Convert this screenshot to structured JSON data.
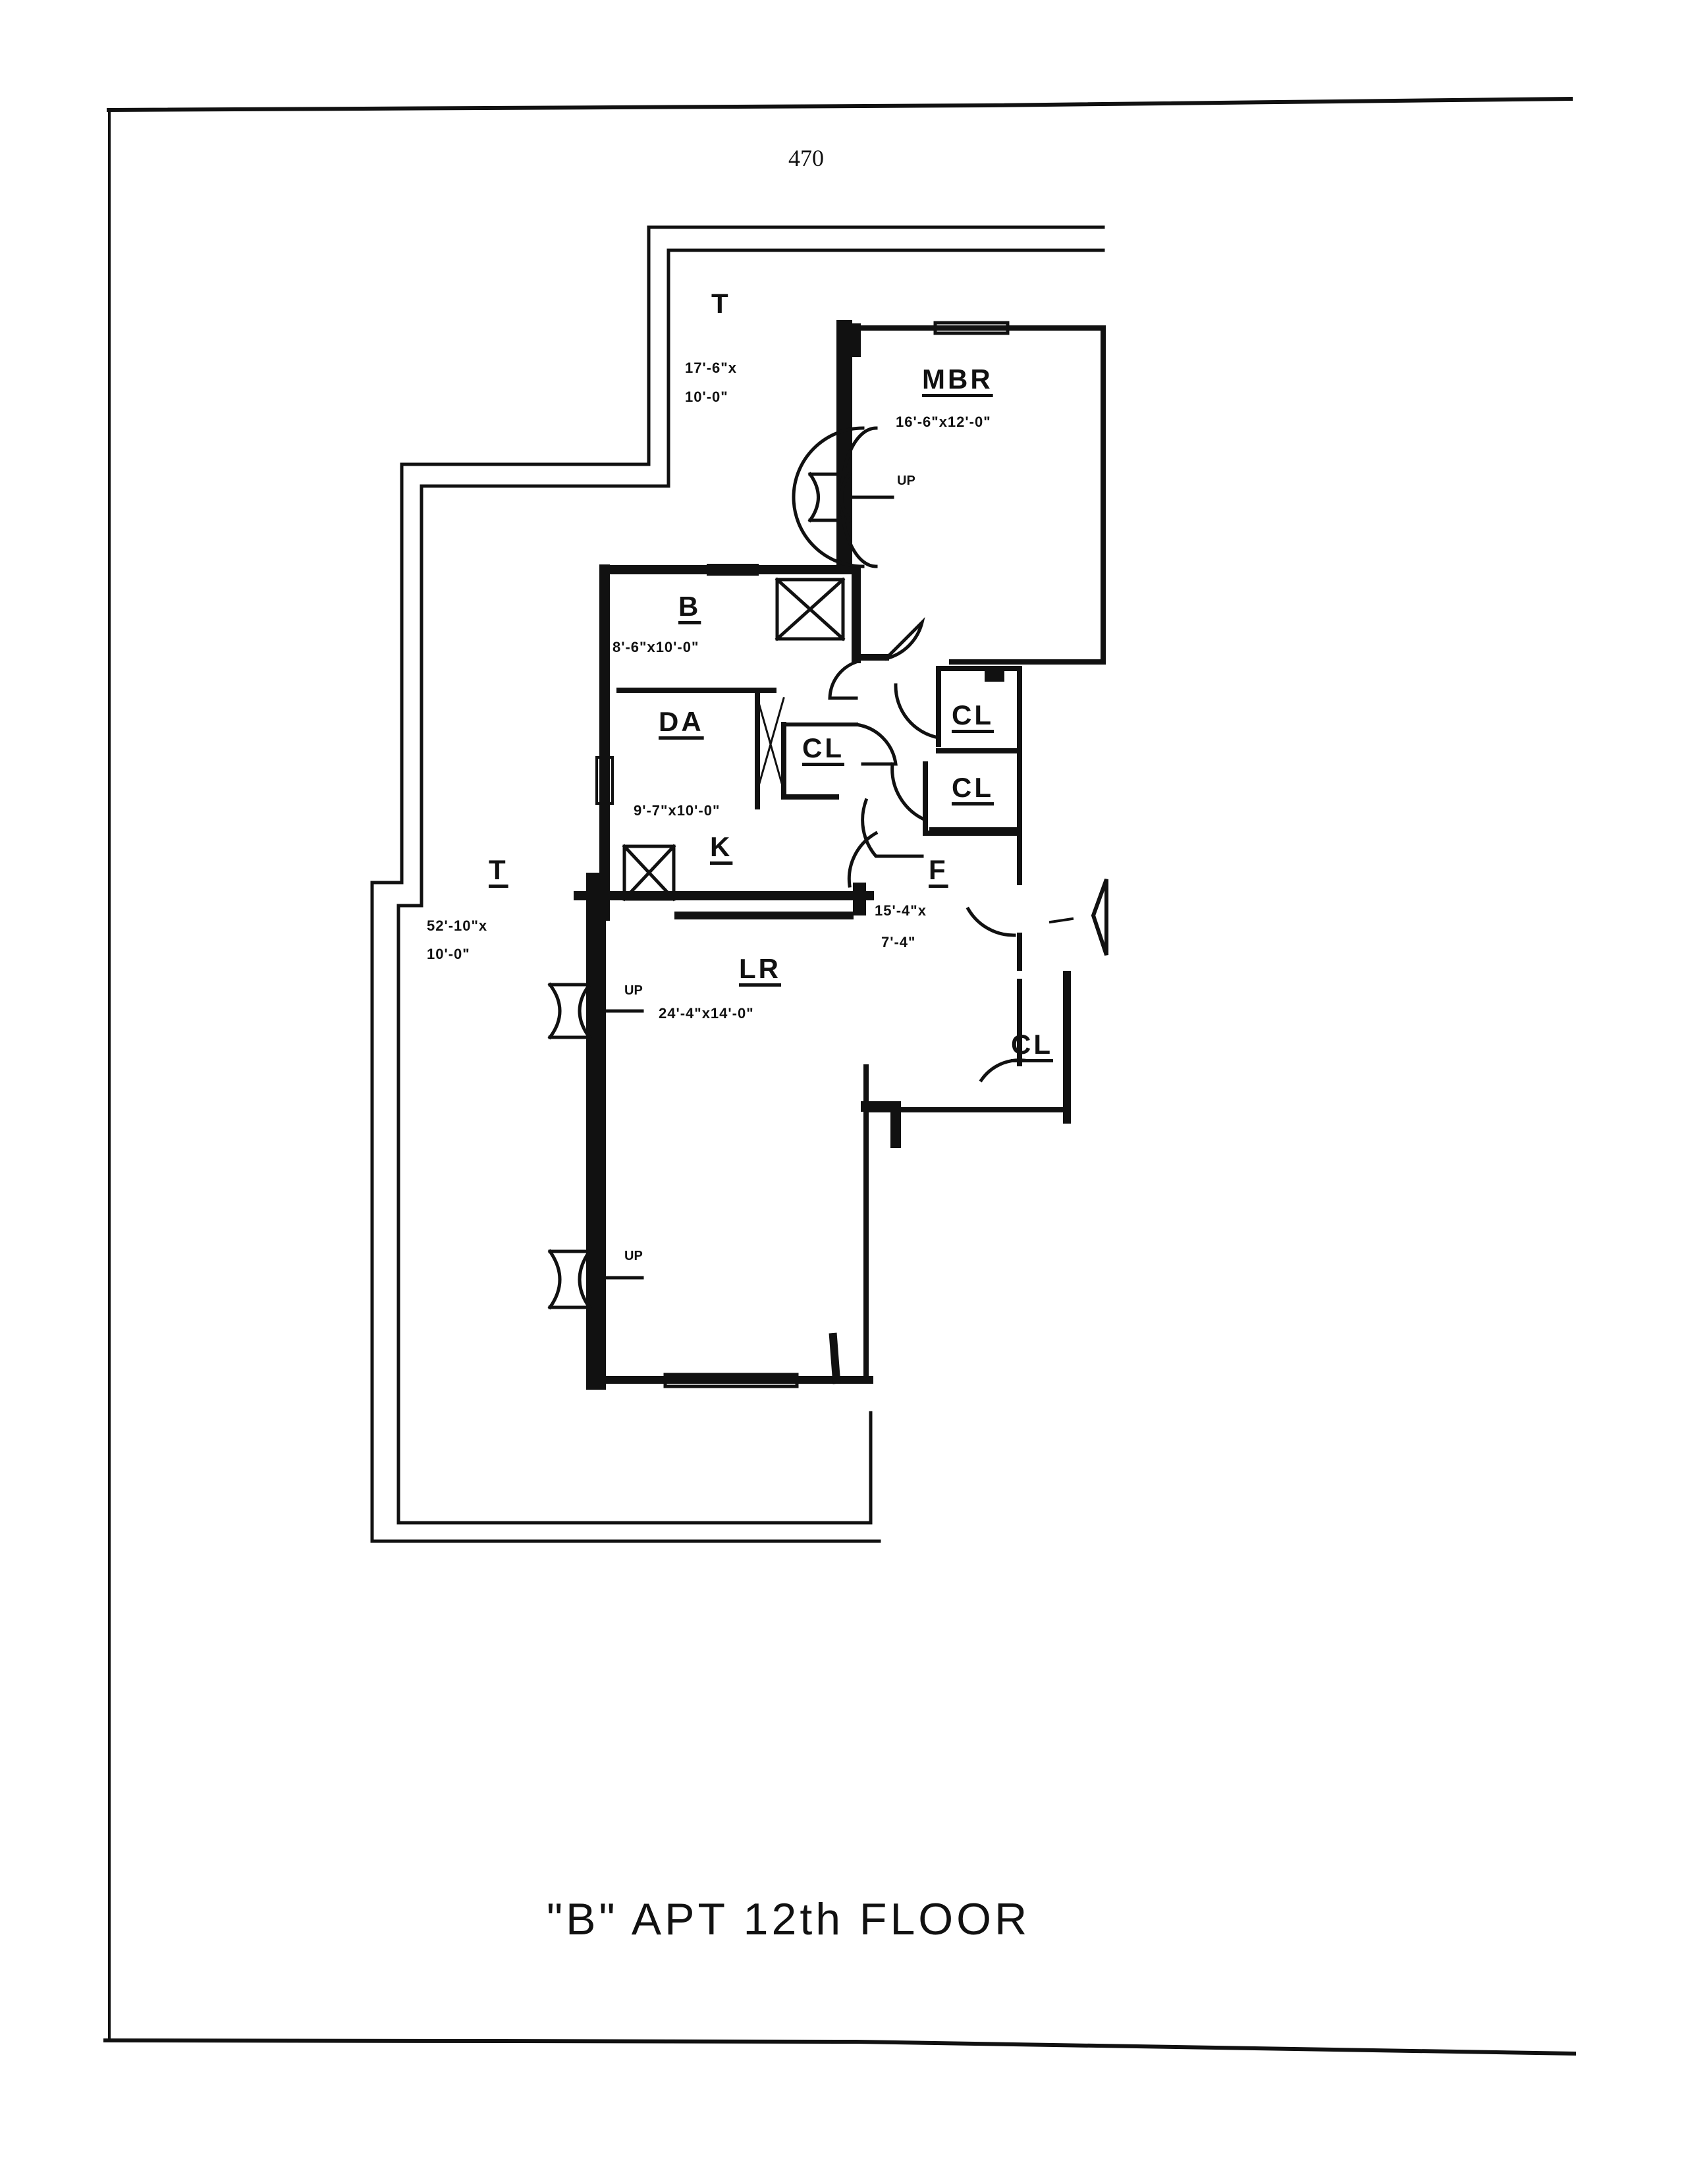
{
  "page": {
    "number": "470"
  },
  "title": "\"B\" APT  12th FLOOR",
  "rooms": {
    "terrace_top": {
      "label": "T",
      "dims": [
        "17'-6\"x",
        "10'-0\""
      ]
    },
    "mbr": {
      "label": "MBR",
      "dims": [
        "16'-6\"x12'-0\""
      ]
    },
    "bath": {
      "label": "B",
      "dims": [
        "8'-6\"x10'-0\""
      ]
    },
    "dining": {
      "label": "DA",
      "dims": [
        "9'-7\"x10'-0\""
      ]
    },
    "kitchen": {
      "label": "K"
    },
    "terrace_left": {
      "label": "T",
      "dims": [
        "52'-10\"x",
        "10'-0\""
      ]
    },
    "living": {
      "label": "LR",
      "dims": [
        "24'-4\"x14'-0\""
      ]
    },
    "foyer": {
      "label": "F",
      "dims": [
        "15'-4\"x",
        "7'-4\""
      ]
    },
    "closets": [
      "CL",
      "CL",
      "CL",
      "CL"
    ]
  },
  "stairs": {
    "up_label": "UP"
  },
  "colors": {
    "ink": "#111111",
    "paper": "#ffffff"
  }
}
